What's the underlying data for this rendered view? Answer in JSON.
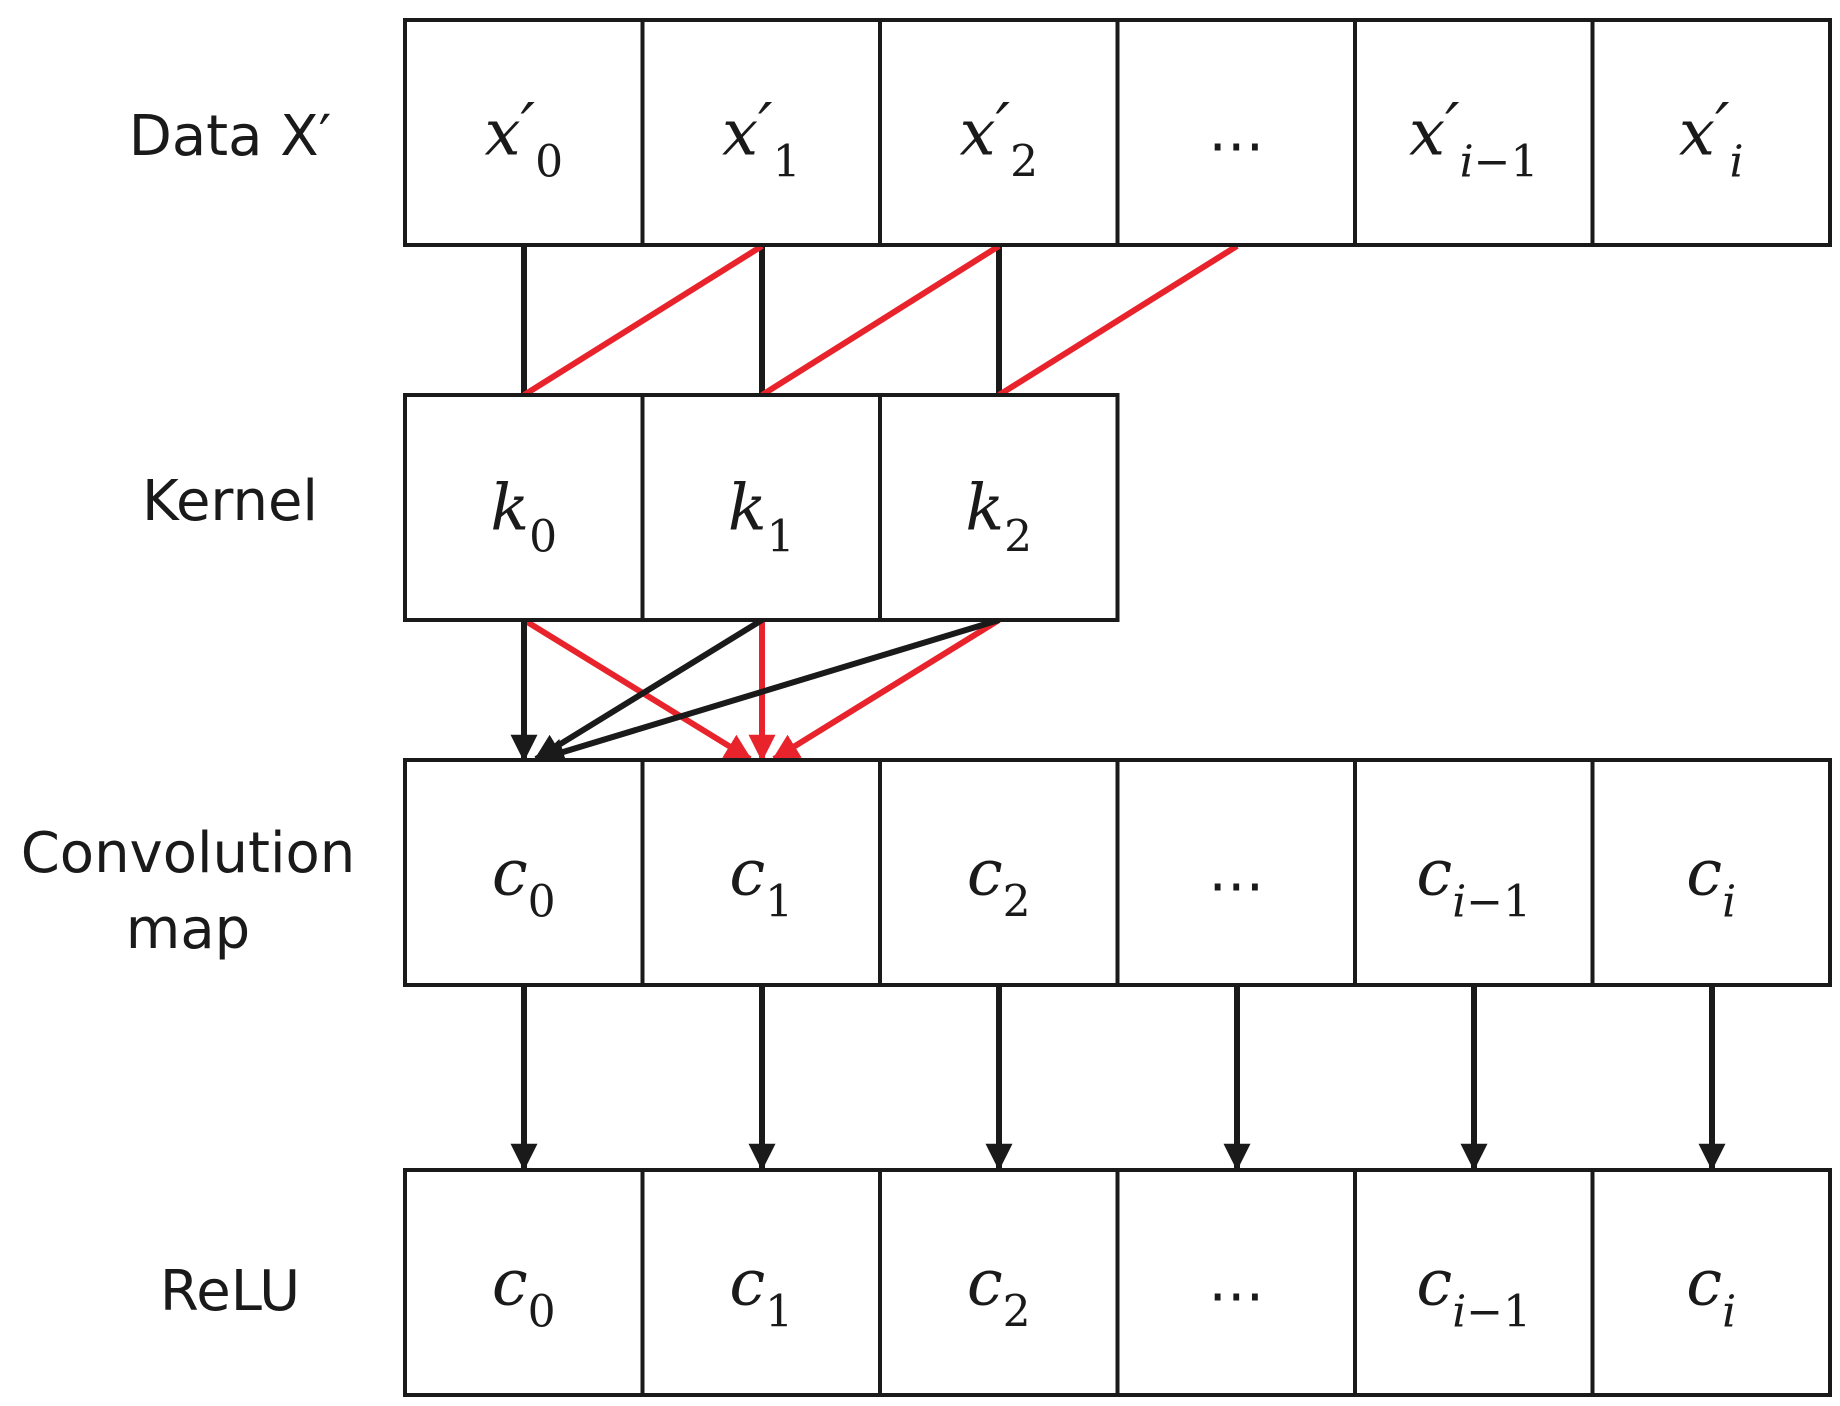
{
  "colors": {
    "black": "#1a1a1a",
    "red": "#e8232b"
  },
  "rows": {
    "data": {
      "label": "Data X′",
      "cells": [
        {
          "base": "x",
          "prime": "′",
          "sub": "0",
          "sub_italic": ""
        },
        {
          "base": "x",
          "prime": "′",
          "sub": "1",
          "sub_italic": ""
        },
        {
          "base": "x",
          "prime": "′",
          "sub": "2",
          "sub_italic": ""
        },
        {
          "dots": "…"
        },
        {
          "base": "x",
          "prime": "′",
          "sub_italic": "i",
          "sub": "−1"
        },
        {
          "base": "x",
          "prime": "′",
          "sub_italic": "i",
          "sub": ""
        }
      ]
    },
    "kernel": {
      "label": "Kernel",
      "cells": [
        {
          "base": "k",
          "sub": "0",
          "sub_italic": ""
        },
        {
          "base": "k",
          "sub": "1",
          "sub_italic": ""
        },
        {
          "base": "k",
          "sub": "2",
          "sub_italic": ""
        }
      ]
    },
    "conv": {
      "label_line1": "Convolution",
      "label_line2": "map",
      "cells": [
        {
          "base": "c",
          "sub": "0",
          "sub_italic": ""
        },
        {
          "base": "c",
          "sub": "1",
          "sub_italic": ""
        },
        {
          "base": "c",
          "sub": "2",
          "sub_italic": ""
        },
        {
          "dots": "…"
        },
        {
          "base": "c",
          "sub_italic": "i",
          "sub": "−1"
        },
        {
          "base": "c",
          "sub_italic": "i",
          "sub": ""
        }
      ]
    },
    "relu": {
      "label": "ReLU",
      "cells": [
        {
          "base": "c",
          "sub": "0",
          "sub_italic": ""
        },
        {
          "base": "c",
          "sub": "1",
          "sub_italic": ""
        },
        {
          "base": "c",
          "sub": "2",
          "sub_italic": ""
        },
        {
          "dots": "…"
        },
        {
          "base": "c",
          "sub_italic": "i",
          "sub": "−1"
        },
        {
          "base": "c",
          "sub_italic": "i",
          "sub": ""
        }
      ]
    }
  }
}
